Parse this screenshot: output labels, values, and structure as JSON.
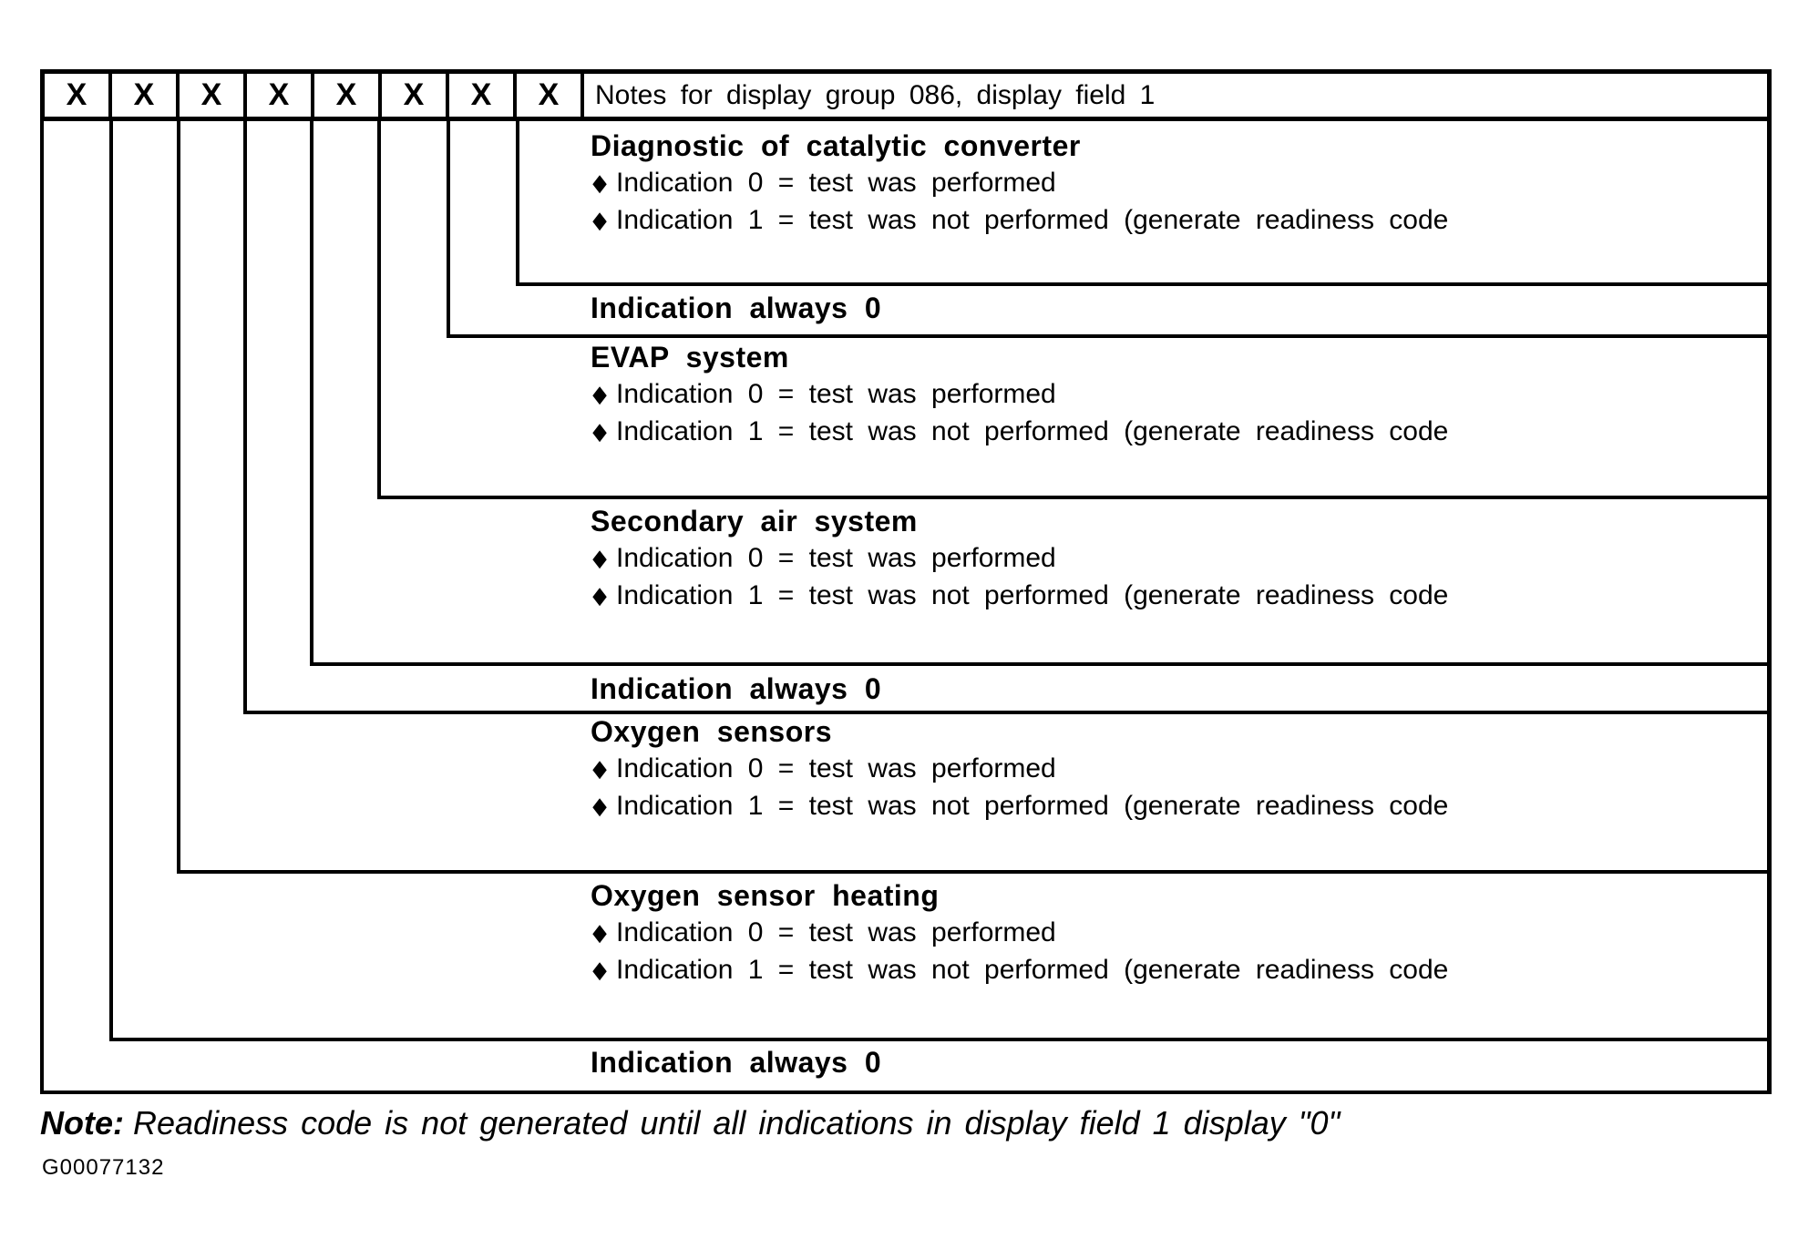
{
  "table": {
    "bit_cells": [
      "X",
      "X",
      "X",
      "X",
      "X",
      "X",
      "X",
      "X"
    ],
    "notes_header": "Notes for display group 086, display field 1"
  },
  "legend_blocks": [
    {
      "title": "Diagnostic of catalytic converter",
      "bullets": [
        "Indication 0 = test was performed",
        "Indication 1 = test was not performed (generate readiness code"
      ]
    },
    {
      "title": "Indication always 0",
      "bullets": []
    },
    {
      "title": "EVAP system",
      "bullets": [
        "Indication 0 = test was performed",
        "Indication 1 = test was not performed (generate readiness code"
      ]
    },
    {
      "title": "Secondary air system",
      "bullets": [
        "Indication 0 = test was performed",
        "Indication 1 = test was not performed (generate readiness code"
      ]
    },
    {
      "title": "Indication always 0",
      "bullets": []
    },
    {
      "title": "Oxygen sensors",
      "bullets": [
        "Indication 0 = test was performed",
        "Indication 1 = test was not performed (generate readiness code"
      ]
    },
    {
      "title": "Oxygen sensor heating",
      "bullets": [
        "Indication 0 = test was performed",
        "Indication 1 = test was not performed (generate readiness code"
      ]
    },
    {
      "title": "Indication always 0",
      "bullets": []
    }
  ],
  "bullet_icon": "◆",
  "footnote": {
    "label": "Note:",
    "text": "Readiness code is not generated until all indications in display field 1 display \"0\""
  },
  "figure_id": "G00077132",
  "colors": {
    "ink": "#000000",
    "paper": "#ffffff"
  }
}
